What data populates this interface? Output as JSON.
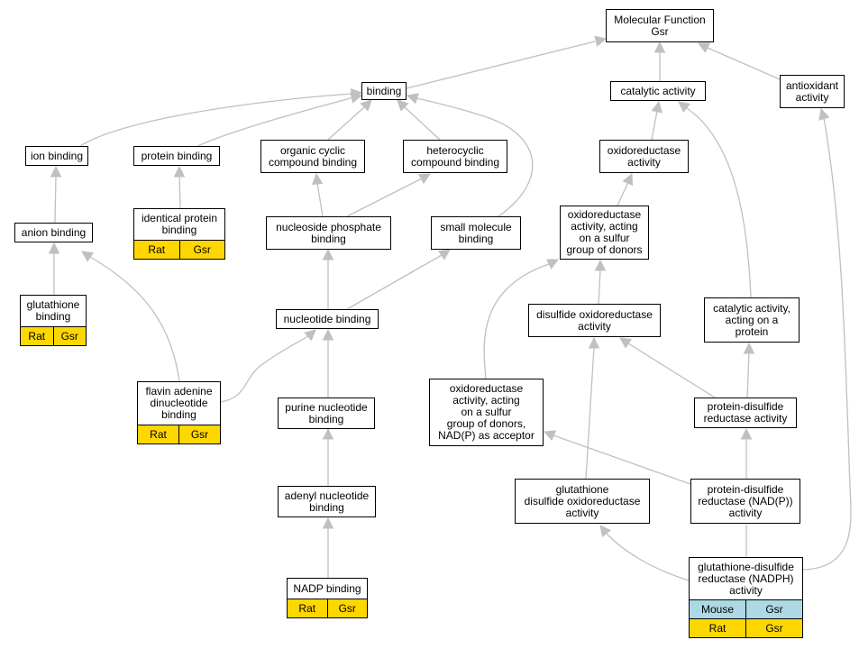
{
  "colors": {
    "rat_row": "#ffd700",
    "mouse_row": "#add8e6",
    "edge": "#c0c0c0",
    "border": "#000000"
  },
  "nodes": {
    "mf": {
      "label": "Molecular Function\nGsr"
    },
    "binding": {
      "label": "binding"
    },
    "catalytic": {
      "label": "catalytic activity"
    },
    "antioxidant": {
      "label": "antioxidant\nactivity"
    },
    "ion": {
      "label": "ion binding"
    },
    "protein": {
      "label": "protein binding"
    },
    "organic": {
      "label": "organic cyclic\ncompound binding"
    },
    "hetero": {
      "label": "heterocyclic\ncompound binding"
    },
    "oxred": {
      "label": "oxidoreductase\nactivity"
    },
    "anion": {
      "label": "anion binding"
    },
    "identical": {
      "label": "identical protein\nbinding",
      "rows": [
        [
          "Rat",
          "Gsr"
        ]
      ]
    },
    "nucphos": {
      "label": "nucleoside phosphate\nbinding"
    },
    "smallmol": {
      "label": "small molecule\nbinding"
    },
    "oxsulfur": {
      "label": "oxidoreductase\nactivity, acting\non a sulfur\ngroup of donors"
    },
    "glutbind": {
      "label": "glutathione\nbinding",
      "rows": [
        [
          "Rat",
          "Gsr"
        ]
      ]
    },
    "nucleotide": {
      "label": "nucleotide binding"
    },
    "disulfide": {
      "label": "disulfide oxidoreductase\nactivity"
    },
    "catprotein": {
      "label": "catalytic activity,\nacting on a\nprotein"
    },
    "flavin": {
      "label": "flavin adenine\ndinucleotide\nbinding",
      "rows": [
        [
          "Rat",
          "Gsr"
        ]
      ]
    },
    "oxsulfurnadp": {
      "label": "oxidoreductase\nactivity, acting\non a sulfur\ngroup of donors,\nNAD(P) as acceptor"
    },
    "purine": {
      "label": "purine nucleotide\nbinding"
    },
    "pdisulfide": {
      "label": "protein-disulfide\nreductase activity"
    },
    "adenyl": {
      "label": "adenyl nucleotide\nbinding"
    },
    "glutdisulfide": {
      "label": "glutathione\ndisulfide oxidoreductase\nactivity"
    },
    "pdnadp": {
      "label": "protein-disulfide\nreductase (NAD(P))\nactivity"
    },
    "nadp": {
      "label": "NADP binding",
      "rows": [
        [
          "Rat",
          "Gsr"
        ]
      ]
    },
    "gsr": {
      "label": "glutathione-disulfide\nreductase (NADPH)\nactivity",
      "rows": [
        [
          "Mouse",
          "Gsr"
        ],
        [
          "Rat",
          "Gsr"
        ]
      ]
    }
  }
}
